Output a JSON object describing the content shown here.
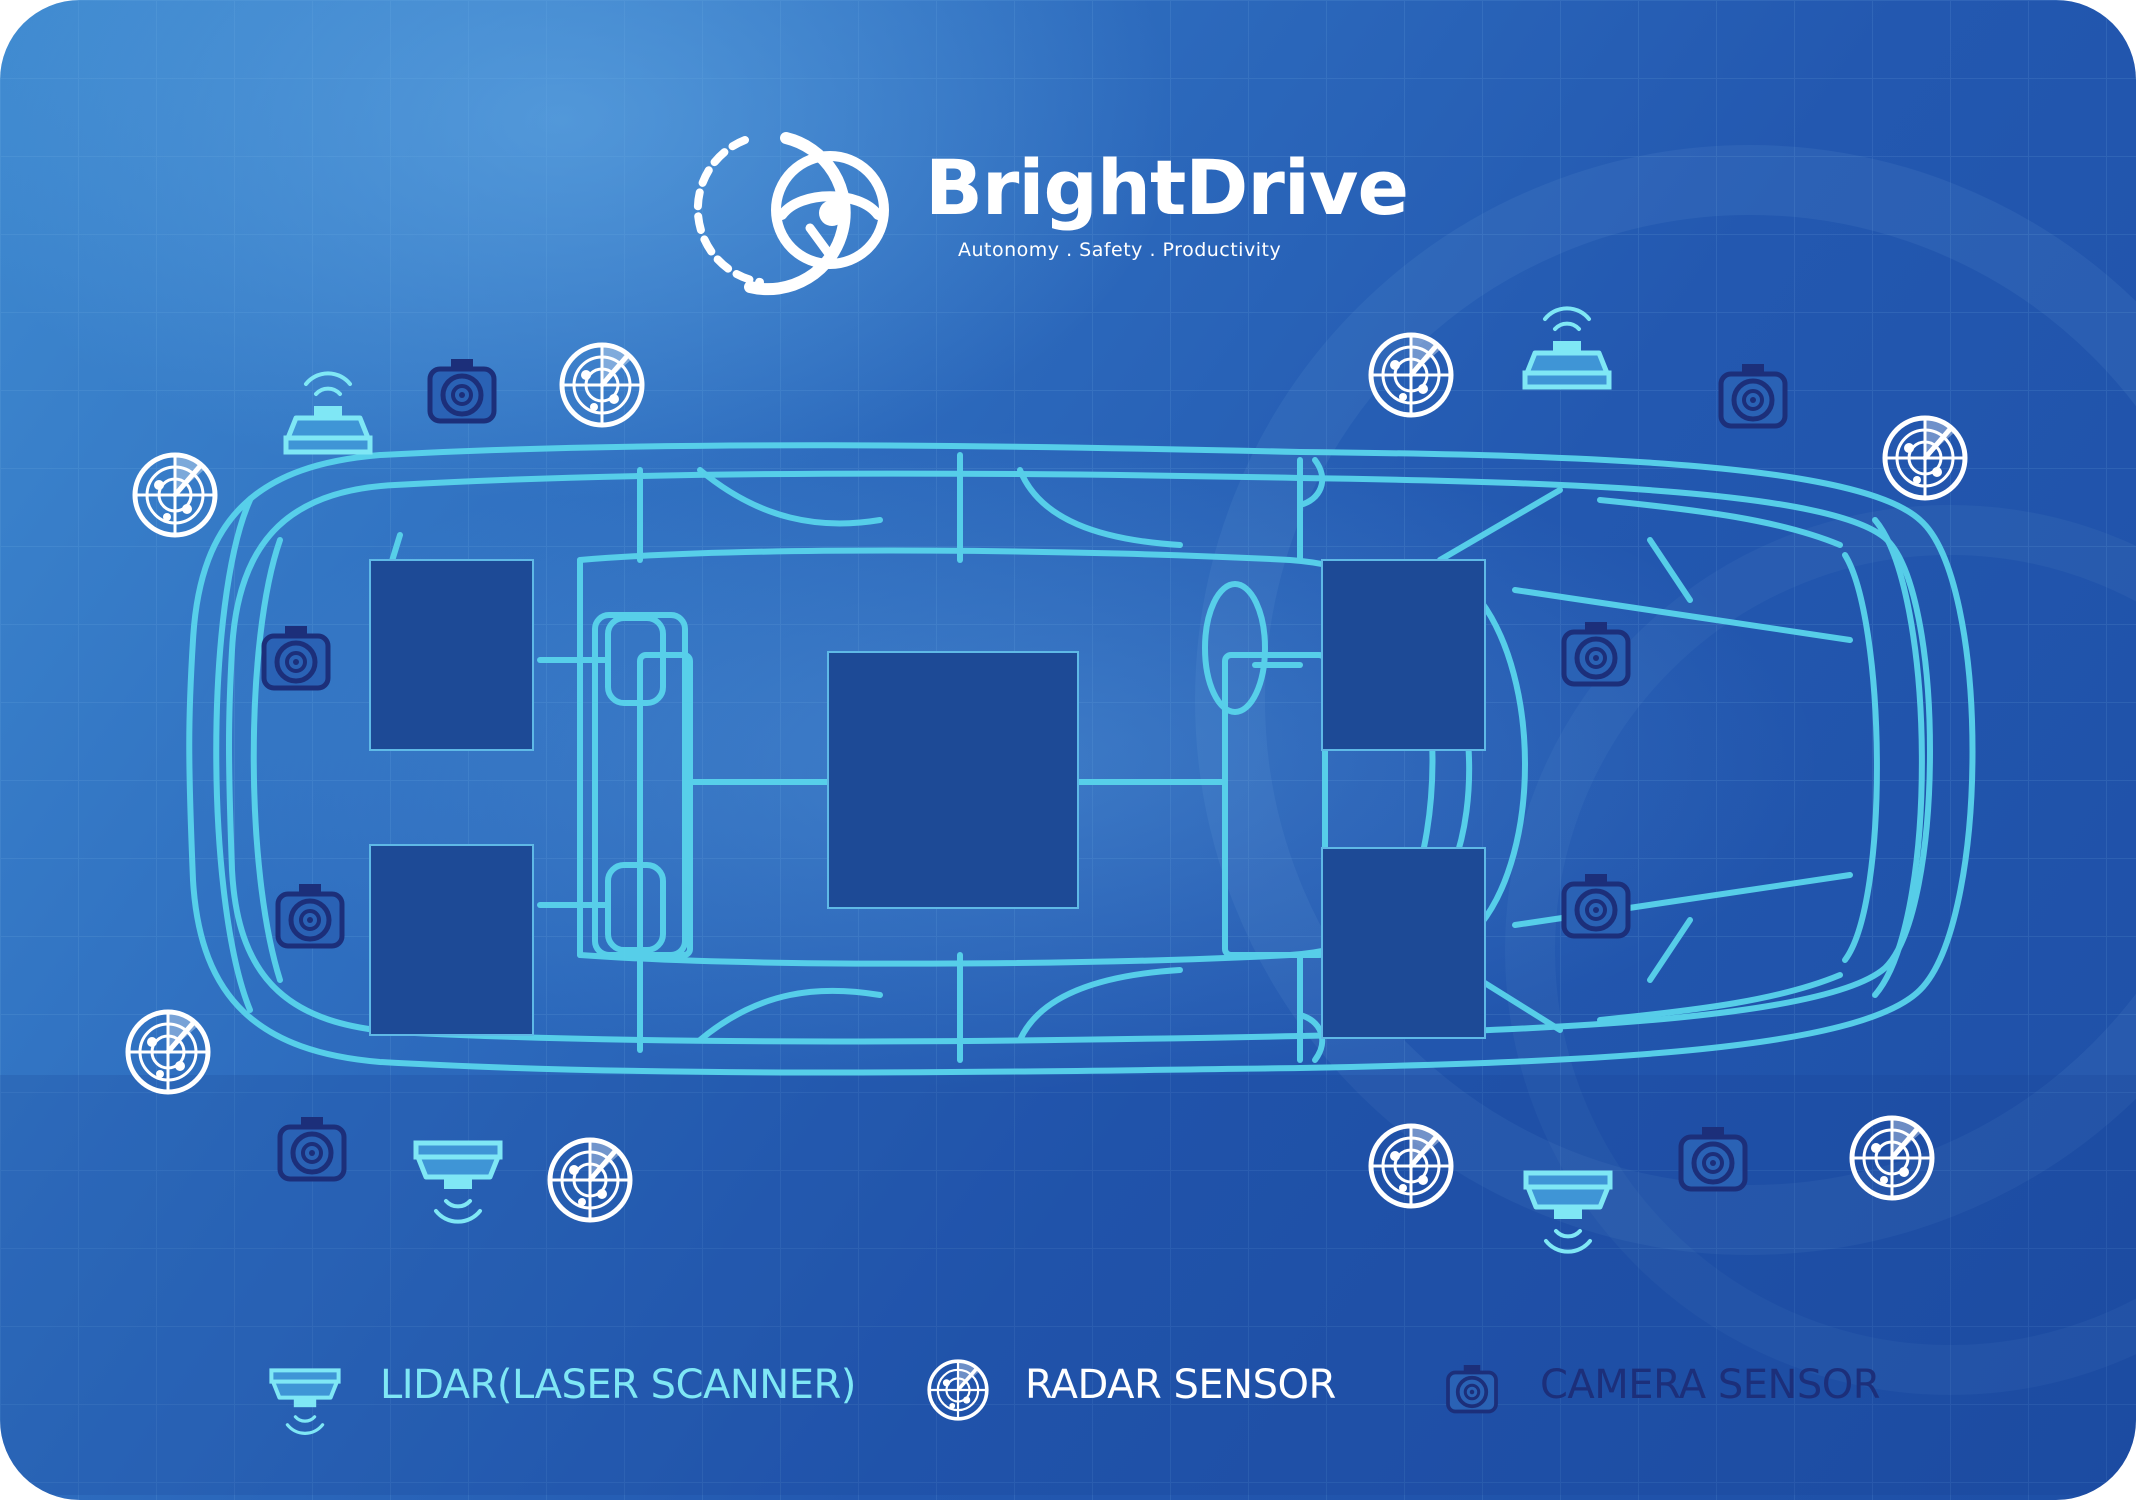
{
  "brand": {
    "name": "BrightDrive",
    "tagline": "Autonomy . Safety . Productivity"
  },
  "legend": [
    {
      "label": "LIDAR(LASER SCANNER)",
      "icon": "lidar-icon",
      "color": "#7fe7f5"
    },
    {
      "label": "RADAR SENSOR",
      "icon": "radar-icon",
      "color": "#ffffff"
    },
    {
      "label": "CAMERA SENSOR",
      "icon": "camera-icon",
      "color": "#1c2f7a"
    }
  ],
  "colors": {
    "background": "#2f6fc0",
    "car_outline": "#59d4ec",
    "placeholder_block": "#1d4a96",
    "radar": "#ffffff",
    "lidar": "#7fe7f5",
    "camera": "#1c2f7a"
  }
}
